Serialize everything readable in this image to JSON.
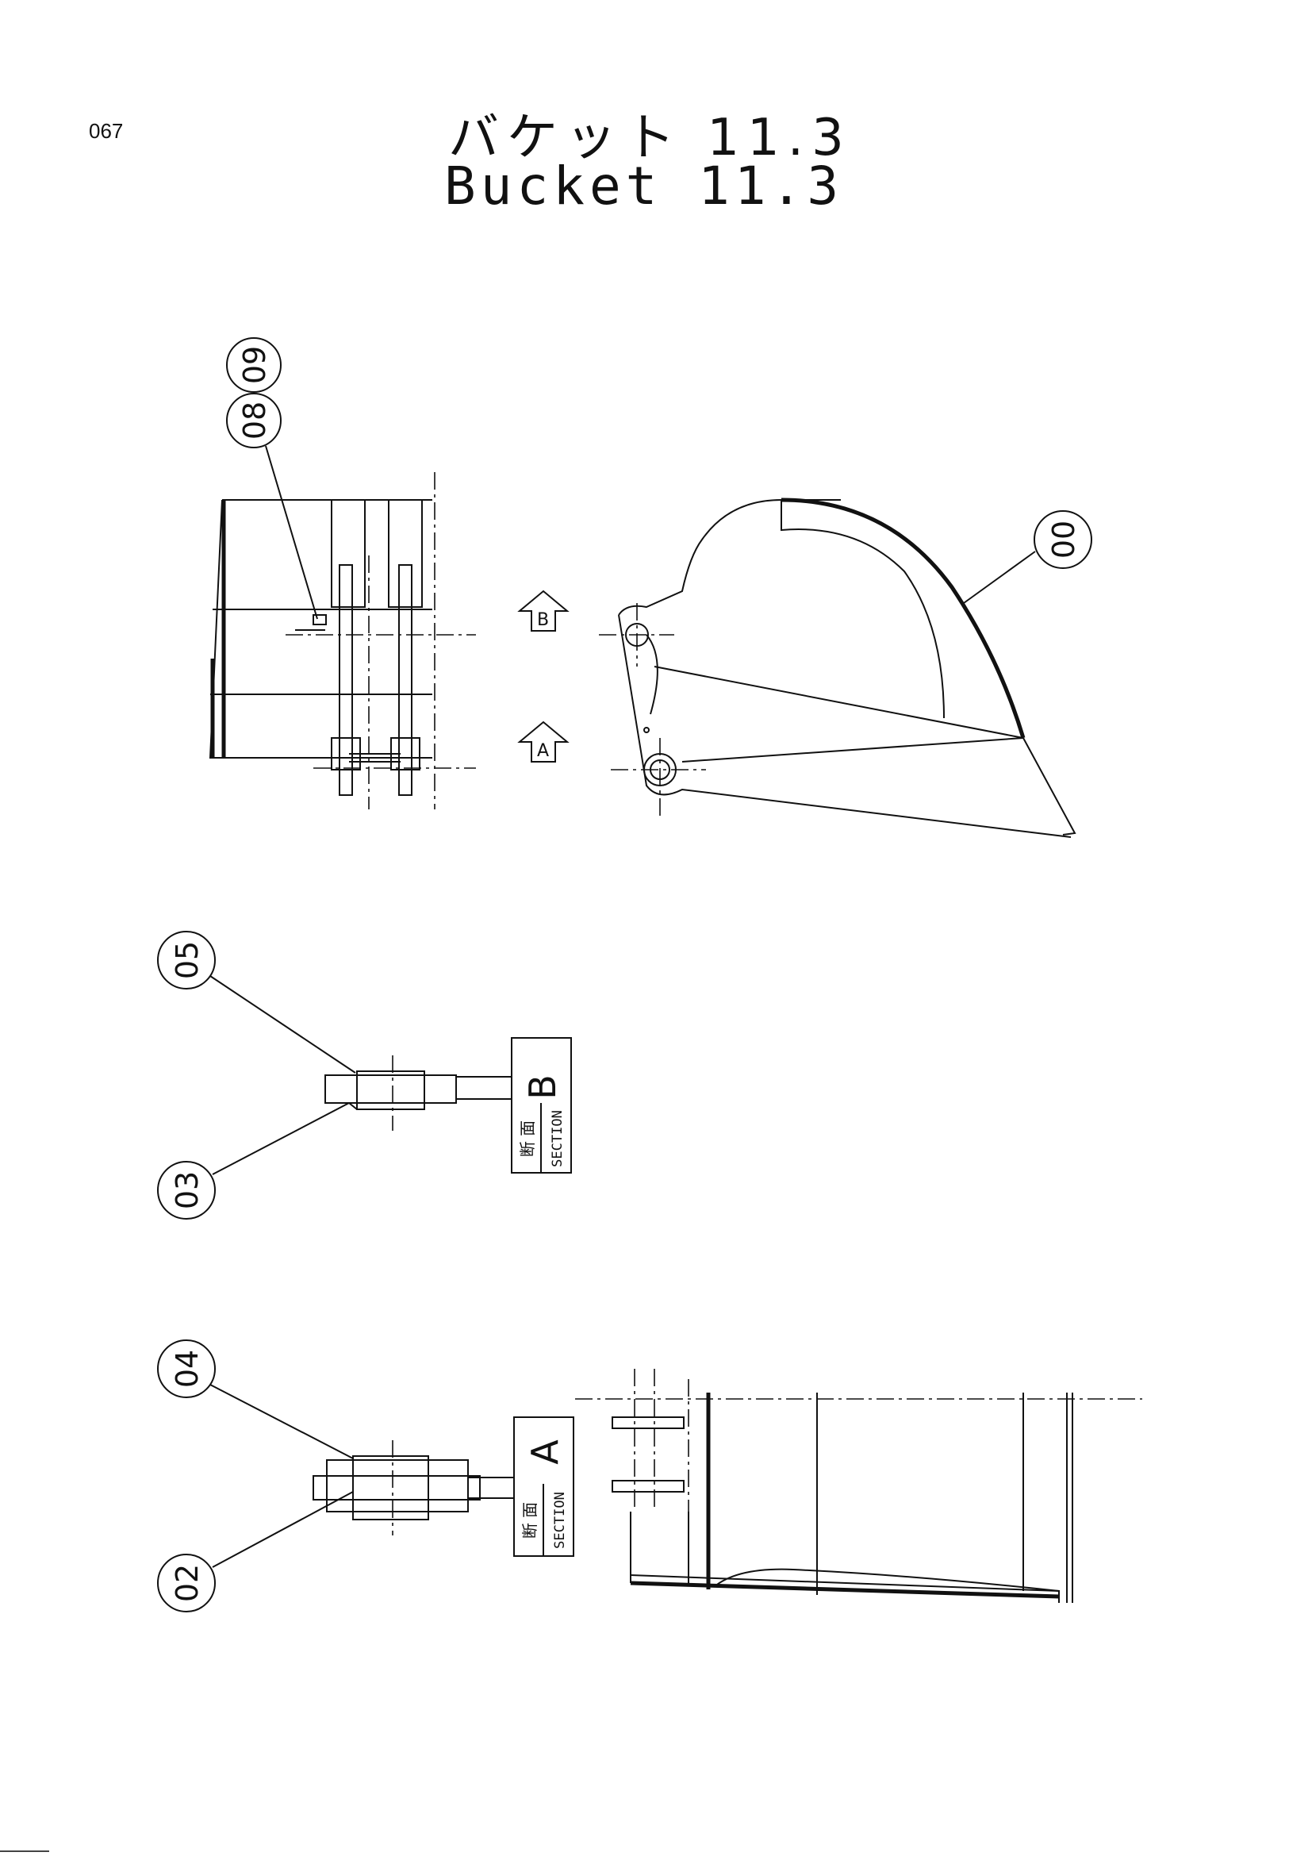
{
  "page": {
    "number": "067",
    "title_jp": "バケット 11.3",
    "title_en": "Bucket 11.3"
  },
  "callouts": [
    {
      "id": "callout-09",
      "label": "09"
    },
    {
      "id": "callout-08",
      "label": "08"
    },
    {
      "id": "callout-00",
      "label": "00"
    },
    {
      "id": "callout-05",
      "label": "05"
    },
    {
      "id": "callout-03",
      "label": "03"
    },
    {
      "id": "callout-04",
      "label": "04"
    },
    {
      "id": "callout-02",
      "label": "02"
    }
  ],
  "view_arrows": {
    "b": "B",
    "a": "A"
  },
  "sections": {
    "b": {
      "letter": "B",
      "kanji": "断 面",
      "word": "SECTION"
    },
    "a": {
      "letter": "A",
      "kanji": "断 面",
      "word": "SECTION"
    }
  }
}
